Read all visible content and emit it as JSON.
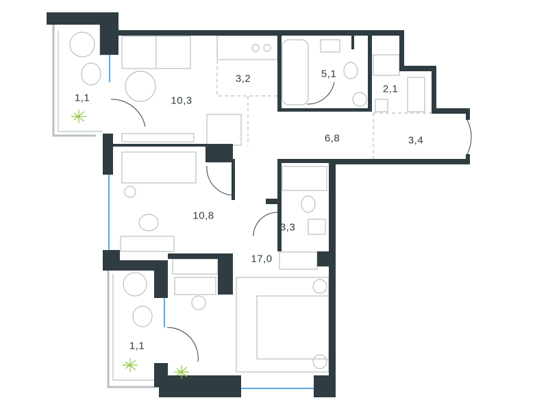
{
  "colors": {
    "wall": "#2f3d42",
    "furniture": "#b9bfc1",
    "window": "#5aa9e6",
    "plant": "#8cc63f",
    "text": "#2f3d42"
  },
  "rooms": [
    {
      "id": "balcony-top",
      "area": "1,1"
    },
    {
      "id": "living-room",
      "area": "10,3"
    },
    {
      "id": "kitchen",
      "area": "3,2"
    },
    {
      "id": "bathroom",
      "area": "5,1"
    },
    {
      "id": "closet",
      "area": "2,1"
    },
    {
      "id": "hallway",
      "area": "6,8"
    },
    {
      "id": "entrance",
      "area": "3,4"
    },
    {
      "id": "bedroom-small",
      "area": "10,8"
    },
    {
      "id": "wc",
      "area": "3,3"
    },
    {
      "id": "bedroom-main",
      "area": "17,0"
    },
    {
      "id": "balcony-bottom",
      "area": "1,1"
    }
  ]
}
